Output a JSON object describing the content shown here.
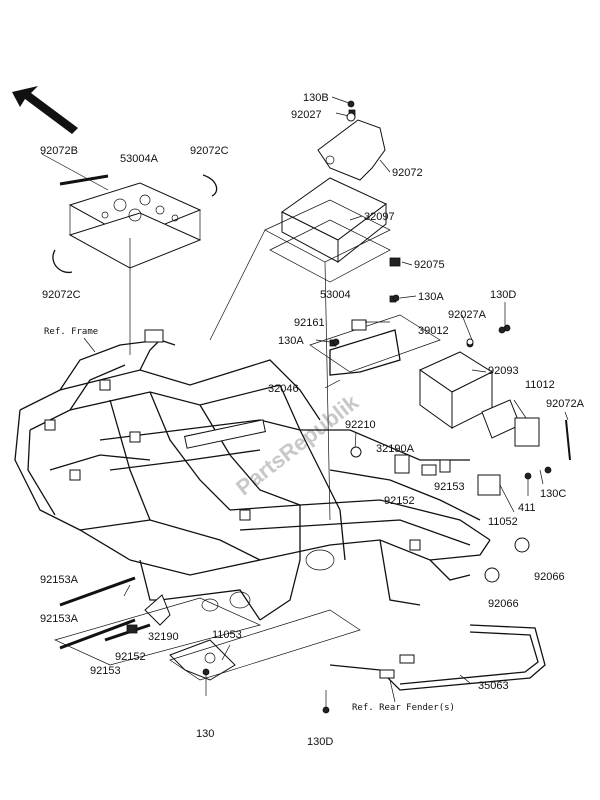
{
  "diagram": {
    "watermark": "PartsRepublik",
    "callouts": {
      "l130B": "130B",
      "l92027": "92027",
      "l92072B": "92072B",
      "l53004A": "53004A",
      "l92072C_top": "92072C",
      "l92072": "92072",
      "l32097": "32097",
      "l92072C_left": "92072C",
      "l92075": "92075",
      "l53004": "53004",
      "l130A_top": "130A",
      "l130D_right": "130D",
      "l92161": "92161",
      "l92027A": "92027A",
      "l130A_mid": "130A",
      "l39012": "39012",
      "l92093": "92093",
      "l11012": "11012",
      "l32046": "32046",
      "l92072A": "92072A",
      "l92210": "92210",
      "l32190A": "32190A",
      "l92153_right": "92153",
      "l130C": "130C",
      "l92152_right": "92152",
      "l411": "411",
      "l11052": "11052",
      "l92066_a": "92066",
      "l92066_b": "92066",
      "l92153A_a": "92153A",
      "l92153A_b": "92153A",
      "l32190": "32190",
      "l92152_left": "92152",
      "l92153_left": "92153",
      "l11053": "11053",
      "l35063": "35063",
      "l130_bottom": "130",
      "l130D_bottom": "130D"
    },
    "references": {
      "ref_frame": "Ref. Frame",
      "ref_rear_fender": "Ref. Rear Fender(s)"
    }
  }
}
